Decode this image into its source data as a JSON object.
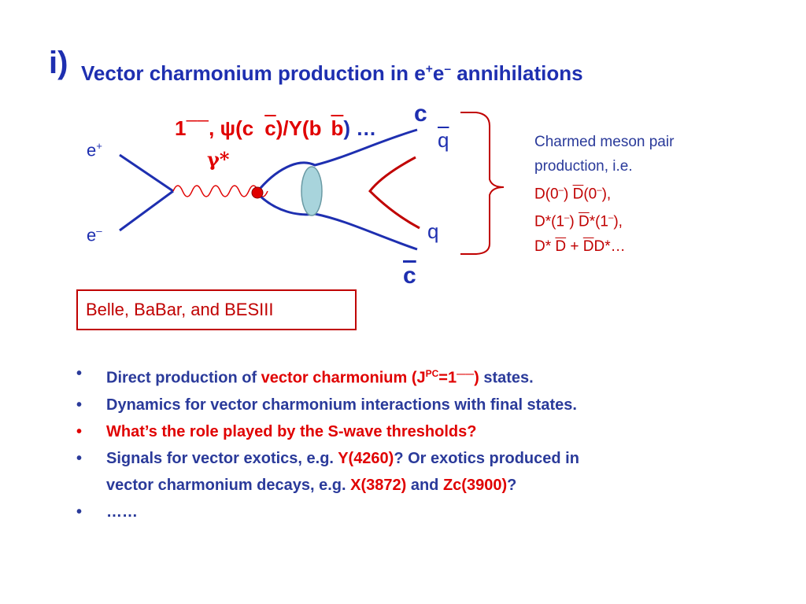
{
  "title": {
    "number": "i)",
    "text_main": "Vector charmonium production in e",
    "sup_plus": "+",
    "text_e": "e",
    "sup_minus": "–",
    "text_tail": " annihilations"
  },
  "diagram": {
    "e_plus": "e",
    "e_plus_sup": "+",
    "e_minus": "e",
    "e_minus_sup": "–",
    "gamma": "γ*",
    "jpc_one": "1",
    "jpc_sup": "——",
    "psi_text": ", ψ(c",
    "c_bar": "c",
    "upsilon_text": ")/Υ(b",
    "b_bar": "b",
    "tail_text": ") …",
    "c_top": "c",
    "q_bar": "q",
    "q": "q",
    "c_bottom": "c"
  },
  "side_text": {
    "line1": "Charmed meson pair",
    "line2": "production, i.e.",
    "line3a": "D(0",
    "line3b": "–",
    "line3c": ")  ",
    "line3d": "D",
    "line3e": "(0",
    "line3f": "–",
    "line3g": "),",
    "line4a": "D*(1",
    "line4b": "–",
    "line4c": ")  ",
    "line4d": "D",
    "line4e": "*(1",
    "line4f": "–",
    "line4g": "),",
    "line5a": "D*  ",
    "line5b": "D",
    "line5c": " +  ",
    "line5d": "D",
    "line5e": "D*…"
  },
  "box": {
    "label": "Belle, BaBar, and BESIII"
  },
  "bullets": [
    {
      "dot": "•",
      "a": "Direct production of ",
      "b": "vector charmonium (J",
      "sup": "PC",
      "c": "=1",
      "d": "——",
      "e": ")",
      "f": " states."
    },
    {
      "dot": "•",
      "text": "Dynamics for vector charmonium interactions with final states."
    },
    {
      "dot": "•",
      "text": "What’s the role played by the S-wave thresholds?"
    },
    {
      "dot": "•",
      "a": "Signals for vector exotics, e.g. ",
      "b": "Y(4260)",
      "c": "? Or exotics produced in",
      "d": "vector charmonium decays, e.g. ",
      "e": "X(3872)",
      "f": " and ",
      "g": "Zc(3900)",
      "h": "?"
    },
    {
      "dot": "•",
      "text": " ……"
    }
  ],
  "colors": {
    "title_blue": "#1e2fb0",
    "line_blue": "#1e2fb0",
    "accent_red": "#e00000",
    "bracket_red": "#c00000",
    "blob_fill": "#a8d4dc",
    "vertex_red": "#e00000"
  }
}
